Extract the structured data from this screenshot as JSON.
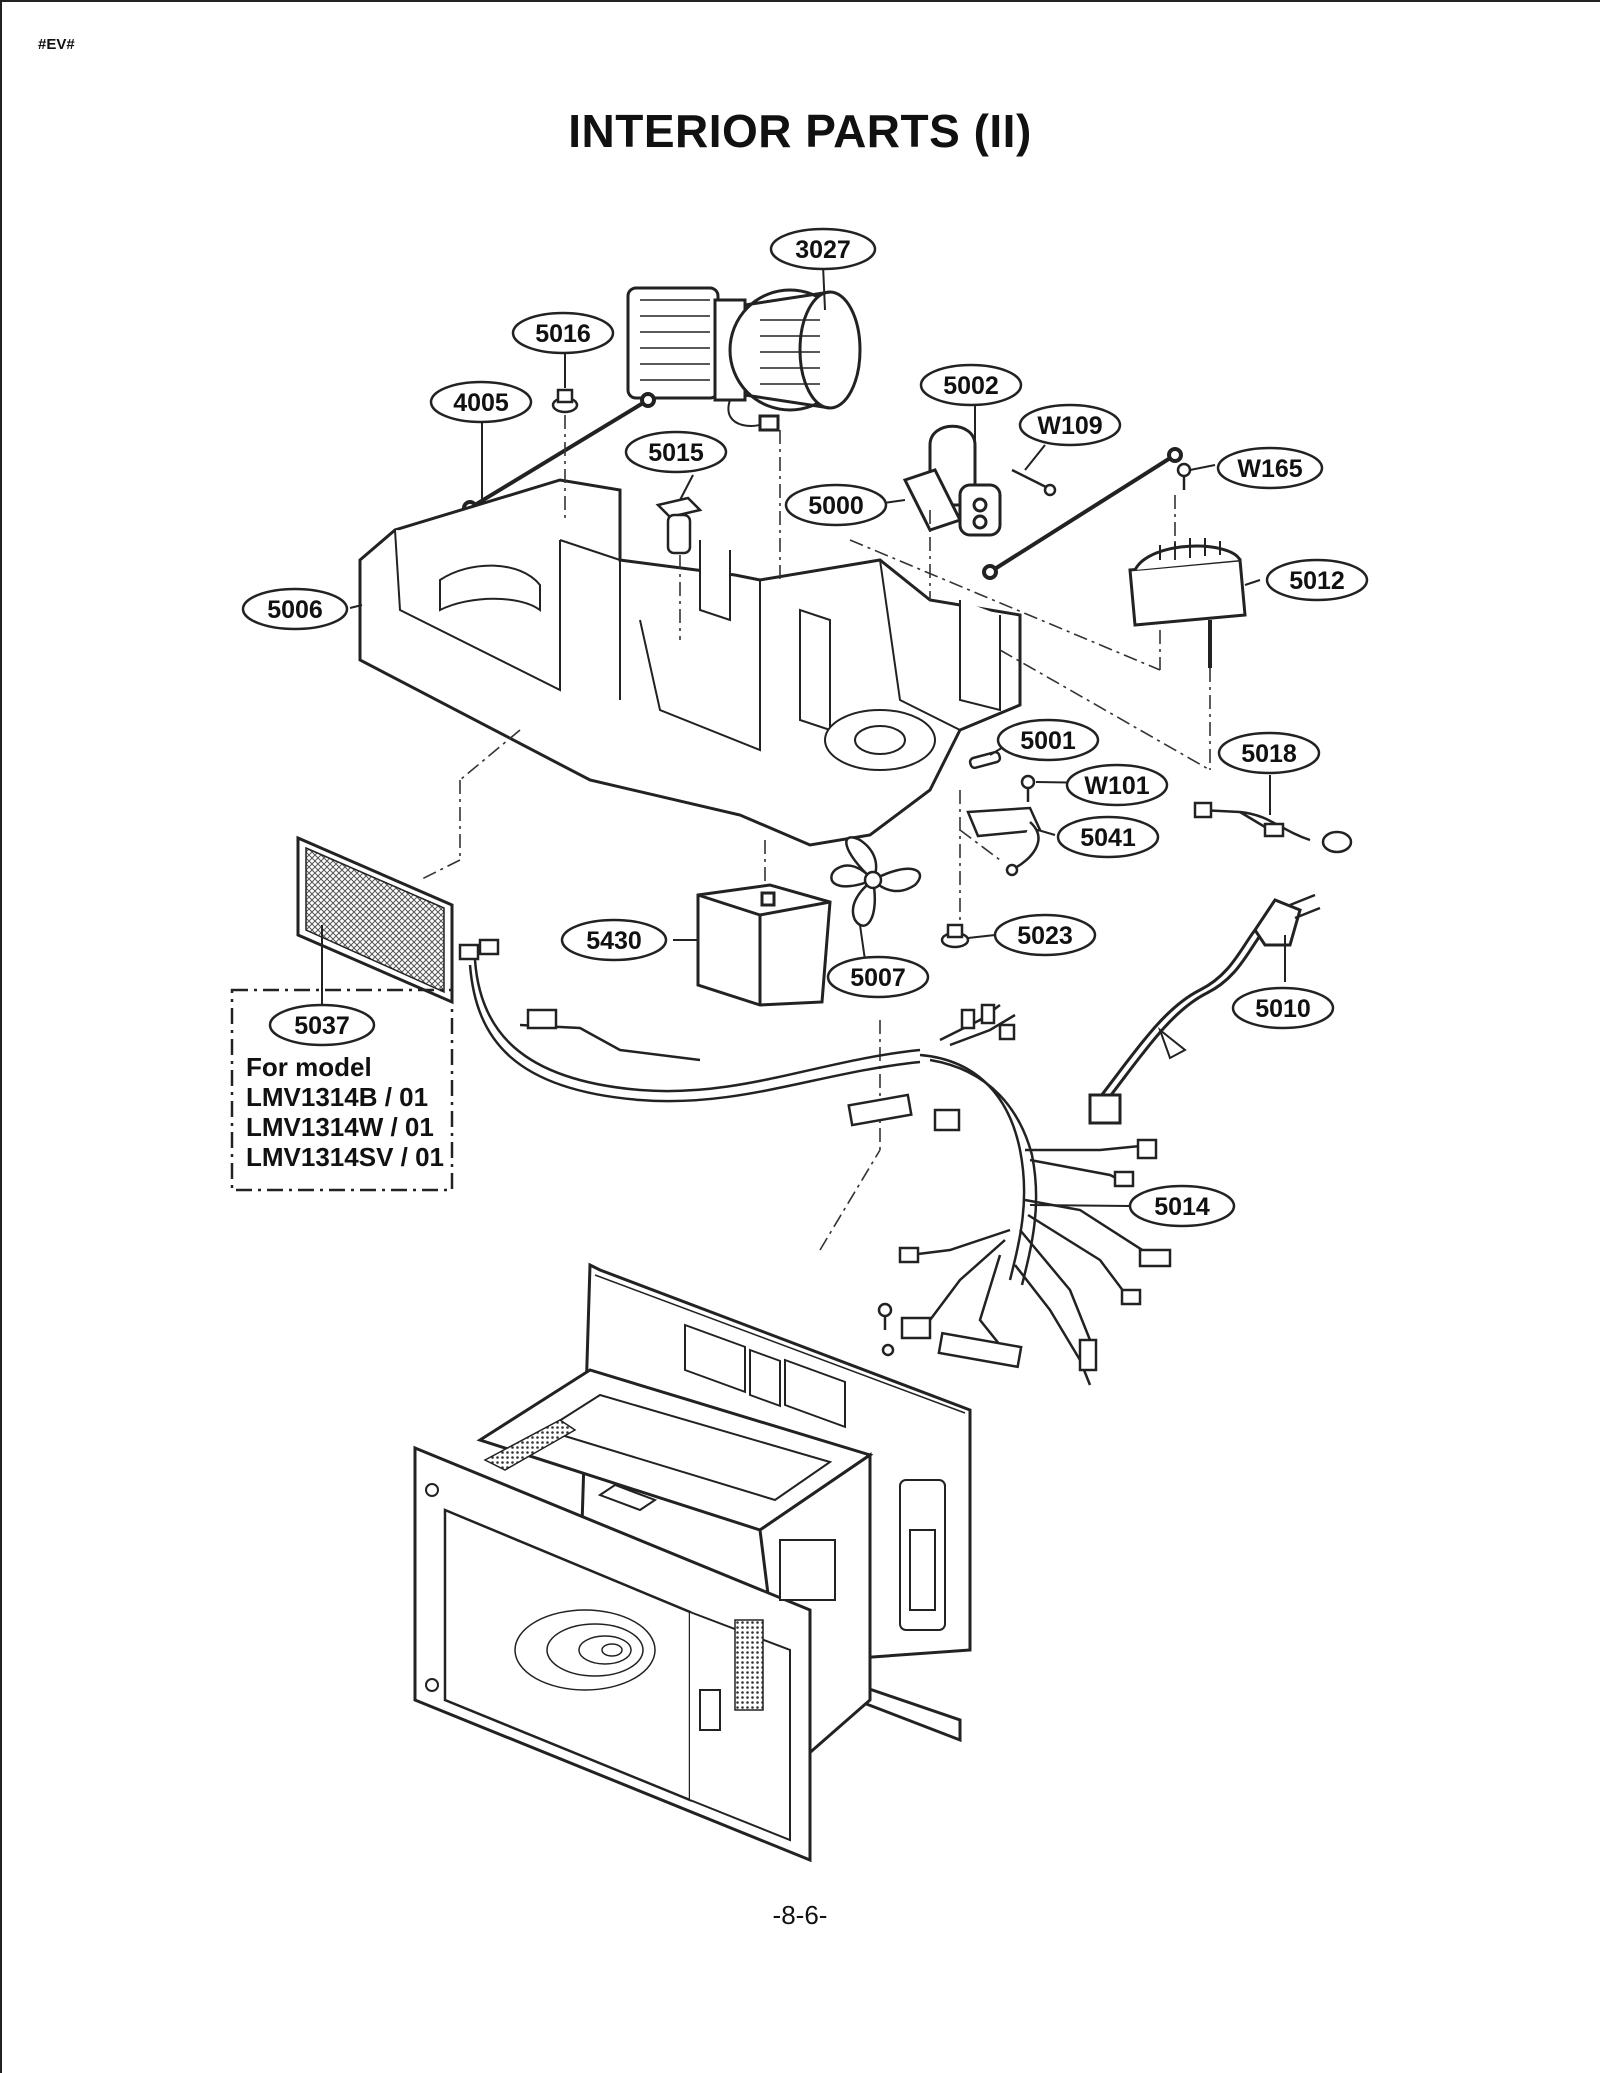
{
  "header": {
    "doc_code": "#EV#"
  },
  "title": "INTERIOR PARTS (II)",
  "page_number": "-8-6-",
  "model_note": {
    "heading": "For model",
    "models": [
      "LMV1314B / 01",
      "LMV1314W / 01",
      "LMV1314SV / 01"
    ]
  },
  "callouts": {
    "c3027": "3027",
    "c5016": "5016",
    "c4005": "4005",
    "c5002": "5002",
    "cW109": "W109",
    "c5015": "5015",
    "cW165": "W165",
    "c5000": "5000",
    "c5012": "5012",
    "c5006": "5006",
    "c5001": "5001",
    "c5018": "5018",
    "cW101": "W101",
    "c5041": "5041",
    "c5430": "5430",
    "c5023": "5023",
    "c5007": "5007",
    "c5010": "5010",
    "c5037": "5037",
    "c5014": "5014"
  }
}
